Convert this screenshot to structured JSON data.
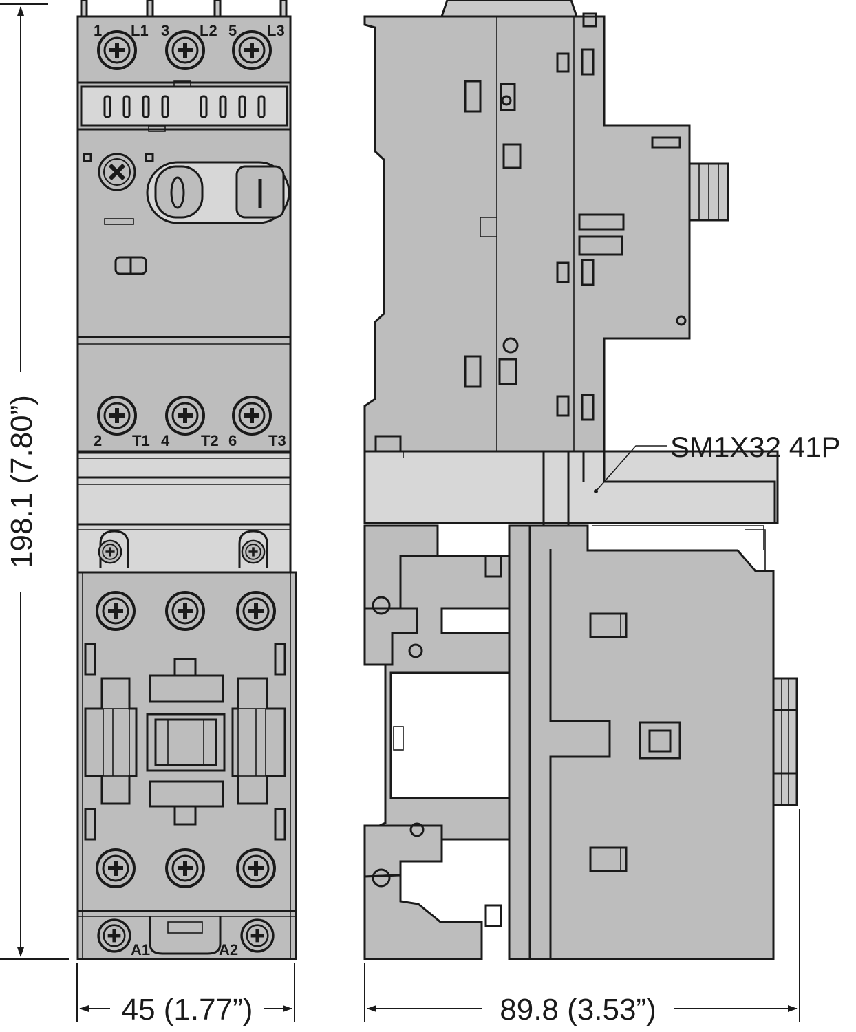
{
  "dimensions": {
    "height": "198.1 (7.80”)",
    "front_width": "45 (1.77”)",
    "side_depth": "89.8 (3.53”)"
  },
  "callout": {
    "part": "SM1X32 41P"
  },
  "terminals": {
    "top": [
      "1",
      "L1",
      "3",
      "L2",
      "5",
      "L3"
    ],
    "bottom": [
      "2",
      "T1",
      "4",
      "T2",
      "6",
      "T3"
    ],
    "coil": [
      "A1",
      "A2"
    ]
  },
  "icons": {
    "screw": "screw-terminal-icon",
    "arrow": "dimension-arrow-icon"
  }
}
